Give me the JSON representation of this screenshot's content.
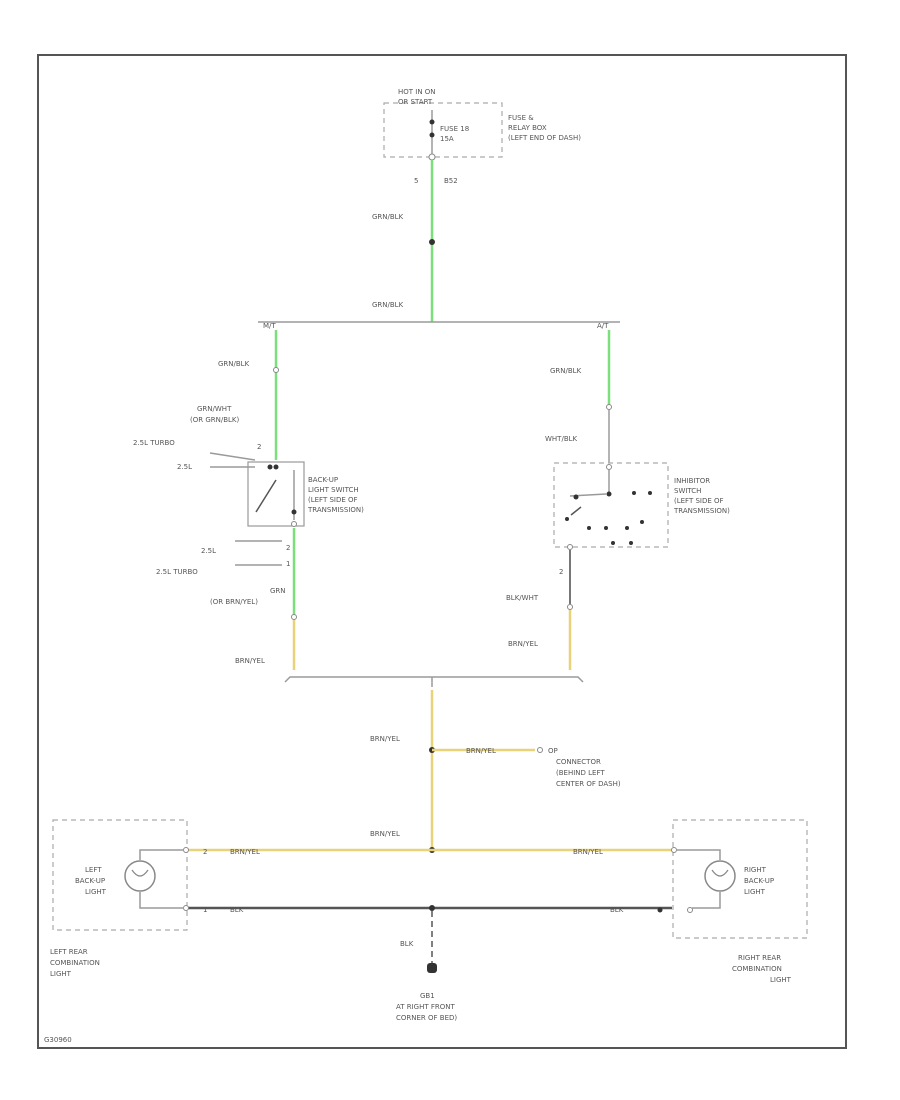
{
  "power": {
    "hot_line1": "HOT IN ON",
    "hot_line2": "OR START",
    "fuse_line1": "FUSE 18",
    "fuse_line2": "15A",
    "box_line1": "FUSE &",
    "box_line2": "RELAY BOX",
    "box_line3": "(LEFT END OF DASH)",
    "pin": "5",
    "conn": "B52"
  },
  "wires": {
    "grn_blk": "GRN/BLK",
    "mt": "M/T",
    "at": "A/T",
    "grn_wht_1": "GRN/WHT",
    "grn_wht_2": "(OR GRN/BLK)",
    "wht_blk": "WHT/BLK",
    "grn_1": "GRN",
    "grn_2": "(OR BRN/YEL)",
    "brn_yel": "BRN/YEL",
    "blk_wht": "BLK/WHT",
    "blk": "BLK"
  },
  "backup_switch": {
    "line1": "BACK-UP",
    "line2": "LIGHT SWITCH",
    "line3": "(LEFT SIDE OF",
    "line4": "TRANSMISSION)",
    "engine_a": "2.5L TURBO",
    "engine_b": "2.5L",
    "engine_c": "2.5L",
    "engine_d": "2.5L TURBO",
    "pin_2": "2",
    "pin_1": "1"
  },
  "inhibitor_switch": {
    "line1": "INHIBITOR",
    "line2": "SWITCH",
    "line3": "(LEFT SIDE OF",
    "line4": "TRANSMISSION)",
    "pin": "2"
  },
  "connector": {
    "line1": "OP",
    "line2": "CONNECTOR",
    "line3": "(BEHIND LEFT",
    "line4": "CENTER OF DASH)"
  },
  "left_light": {
    "line1": "LEFT",
    "line2": "BACK-UP",
    "line3": "LIGHT",
    "comb1": "LEFT REAR",
    "comb2": "COMBINATION",
    "comb3": "LIGHT",
    "pin_2": "2",
    "pin_1": "1"
  },
  "right_light": {
    "line1": "RIGHT",
    "line2": "BACK-UP",
    "line3": "LIGHT",
    "comb1": "RIGHT REAR",
    "comb2": "COMBINATION",
    "comb3": "LIGHT"
  },
  "ground": {
    "line1": "GB1",
    "line2": "AT RIGHT FRONT",
    "line3": "CORNER OF BED)"
  },
  "footer": "G30960"
}
